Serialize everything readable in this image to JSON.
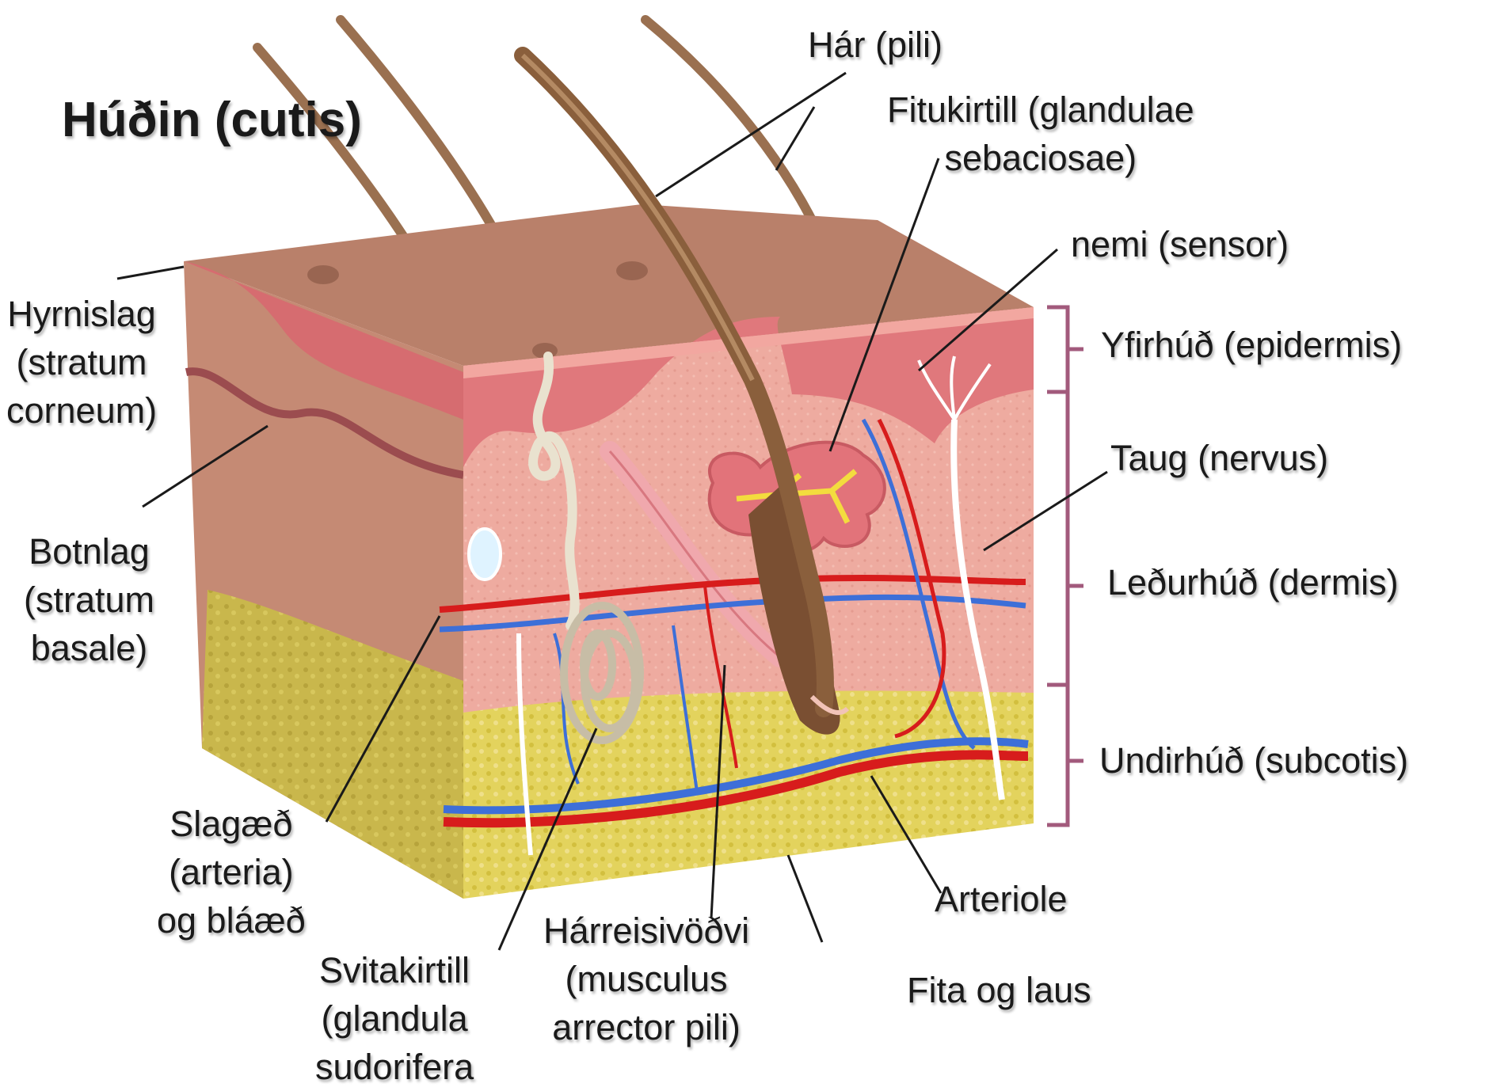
{
  "title": "Húðin (cutis)",
  "labels": {
    "har": "Hár (pili)",
    "fitukirtill": [
      "Fitukirtill (glandulae",
      "sebaciosae)"
    ],
    "nemi": "nemi (sensor)",
    "yfirhud": "Yfirhúð (epidermis)",
    "taug": "Taug (nervus)",
    "ledurhud": "Leðurhúð (dermis)",
    "undirhud": "Undirhúð (subcotis)",
    "arteriole": "Arteriole",
    "fita": "Fita og laus",
    "harreisivodvi": [
      "Hárreisivöðvi",
      "(musculus",
      "arrector pili)"
    ],
    "svitakirtill": [
      "Svitakirtill",
      "(glandula",
      "sudorifera"
    ],
    "slagaed": [
      "Slagæð",
      "(arteria)",
      "og bláæð"
    ],
    "botnlag": [
      "Botnlag",
      "(stratum",
      "basale)"
    ],
    "hyrnislag": [
      "Hyrnislag",
      "(stratum",
      "corneum)"
    ]
  },
  "colors": {
    "surface": "#b9806a",
    "side": "#c98f7a",
    "epidermis": "#e0787c",
    "dermis": "#eeaba0",
    "fat": "#e3d35d",
    "artery": "#d71c1c",
    "vein": "#3d6fd8",
    "nerve": "#ffffff",
    "hair": "#8a5f3c",
    "bracket": "#a25a7c"
  }
}
